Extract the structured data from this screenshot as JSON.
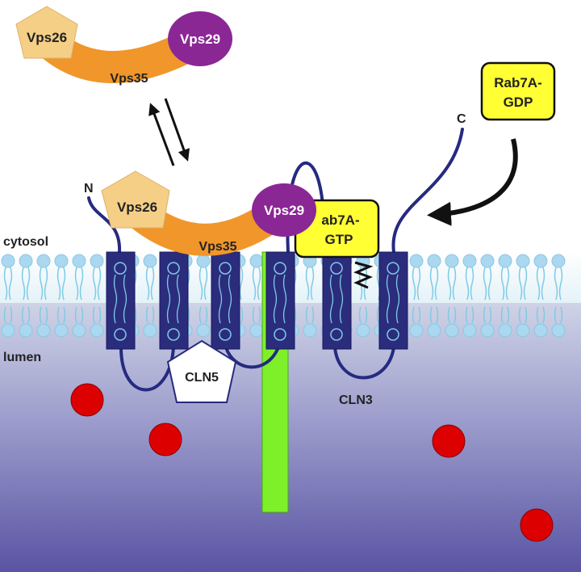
{
  "labels": {
    "cytosol": "cytosol",
    "lumen": "lumen",
    "cln3": "CLN3",
    "cln5": "CLN5",
    "n_terminus": "N",
    "c_terminus": "C"
  },
  "retromer_free": {
    "vps26": "Vps26",
    "vps29": "Vps29",
    "vps35": "Vps35"
  },
  "retromer_bound": {
    "vps26": "Vps26",
    "vps29": "Vps29",
    "vps35": "Vps35"
  },
  "rab7_gdp": {
    "line1": "Rab7A-",
    "line2": "GDP"
  },
  "rab7_gtp": {
    "line1": "ab7A-",
    "line2": "GTP"
  },
  "colors": {
    "lumen_top": "#c9cde3",
    "lumen_bottom": "#5b55a4",
    "membrane_head": "#a9d8f0",
    "membrane_tail": "#7ecbe6",
    "tm_helix": "#2b2d7c",
    "protein_line": "#262a80",
    "vps26": "#f5cf86",
    "vps29": "#8a2795",
    "vps35": "#f0962a",
    "rab7": "#ffff33",
    "receptor": "#7ef02a",
    "particle": "#dc0000"
  }
}
